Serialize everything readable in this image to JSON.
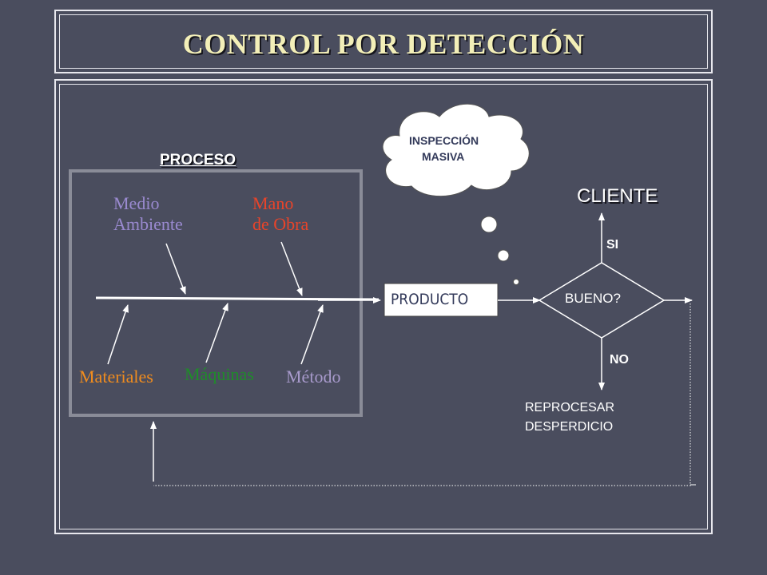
{
  "title": "CONTROL POR DETECCIÓN",
  "proceso_label": "PROCESO",
  "factors": {
    "medio_ambiente": {
      "line1": "Medio",
      "line2": "Ambiente"
    },
    "mano_de_obra": {
      "line1": "Mano",
      "line2": "de Obra"
    },
    "materiales": "Materiales",
    "maquinas": "Máquinas",
    "metodo": "Método"
  },
  "producto_label": "PRODUCTO",
  "decision_label": "BUENO?",
  "si_label": "SI",
  "no_label": "NO",
  "cliente_label": "CLIENTE",
  "inspection": {
    "line1": "INSPECCIÓN",
    "line2": "MASIVA"
  },
  "reprocess": {
    "line1": "REPROCESAR",
    "line2": "DESPERDICIO"
  },
  "colors": {
    "background": "#4a4d5e",
    "title": "#f3efb8",
    "medio_ambiente": "#9a8ad0",
    "mano_de_obra": "#e8442a",
    "materiales": "#f08c1e",
    "maquinas": "#1f8c2a",
    "metodo": "#a89acc"
  }
}
